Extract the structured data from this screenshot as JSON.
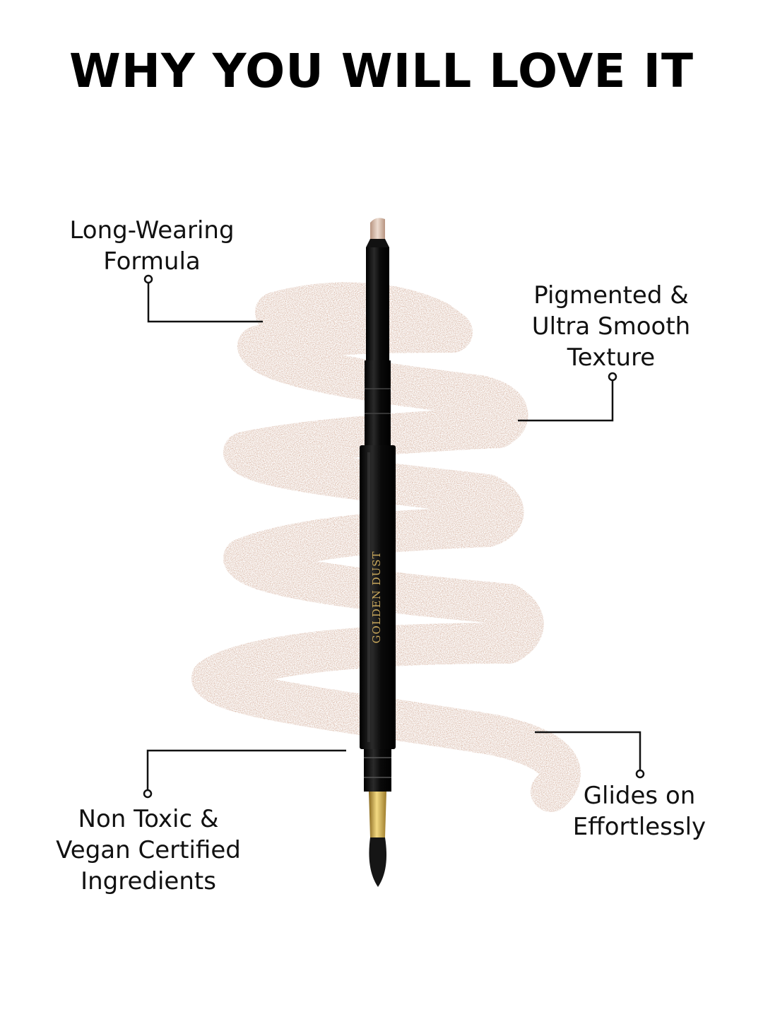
{
  "title": "WHY YOU WILL LOVE IT",
  "features": [
    {
      "lines": [
        "Long-Wearing",
        "Formula"
      ]
    },
    {
      "lines": [
        "Pigmented &",
        "Ultra Smooth",
        "Texture"
      ]
    },
    {
      "lines": [
        "Non Toxic &",
        "Vegan Certified",
        "Ingredients"
      ]
    },
    {
      "lines": [
        "Glides on",
        "Effortlessly"
      ]
    }
  ],
  "product": {
    "shade_name": "GOLDEN DUST",
    "swatch_color": "#c89a82",
    "body_color": "#0d0d0d",
    "accent_color": "#c9a85c"
  }
}
